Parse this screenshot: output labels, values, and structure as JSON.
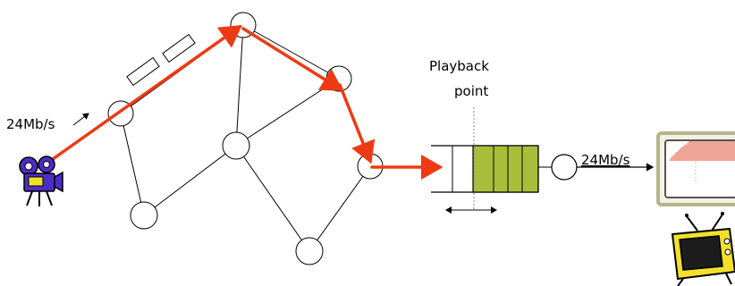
{
  "rate_in": "24Mb/s",
  "rate_out": "24Mb/s",
  "buffer_label_line1": "Playback",
  "buffer_label_line2": "point",
  "colors": {
    "path": "#ee3a14",
    "buffer_fill": "#a8be3a",
    "camera": "#4e2cc8",
    "tv": "#f3e02a",
    "screen_bars": "#dd4a2e"
  },
  "icons": [
    "video-camera-icon",
    "television-icon",
    "packet-icon"
  ]
}
